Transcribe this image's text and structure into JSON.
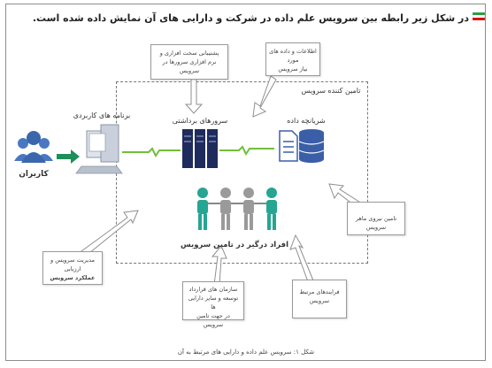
{
  "title": "در شکل زیر رابطه بین سرویس علم داده در شرکت و دارایی های آن نمایش داده شده است.",
  "labels": {
    "users": "کاربران",
    "user_apps": "برنامه های کاربردی",
    "data_servers": "سرورهای برداشتی",
    "data_store": "شریانچه داده",
    "service_provider": "تامین کننده سرویس",
    "people": "افراد درگیر در تامین سرویس"
  },
  "notes": {
    "top_left": [
      "پشتیبانی سخت افزاری و",
      "نرم افزاری سرورها در سرویس"
    ],
    "top_right": [
      "اطلاعات و داده های مورد",
      "نیاز سرویس"
    ],
    "right": "تامین نیروی ماهر سرویس",
    "left": [
      "مدیریت سرویس و ارزیابی",
      "عملکرد سرویس"
    ],
    "bottom_center": [
      "سازمان های قرارداد",
      "توسعه و سایر دارایی ها",
      "در جهت تامین سرویس"
    ],
    "bottom_right": [
      "فرایندهای مرتبط",
      "سرویس"
    ]
  },
  "caption": "شکل ۱: سرویس علم داده و دارایی های مرتبط به آن",
  "colors": {
    "people_teal": "#25a592",
    "people_gray": "#9a9a9a",
    "server_navy": "#1f2b5c",
    "db_blue": "#3a5fa8",
    "users_blue": "#4a78c0",
    "connector_green": "#6fbf3a",
    "arrow_green": "#1f8f5a"
  }
}
